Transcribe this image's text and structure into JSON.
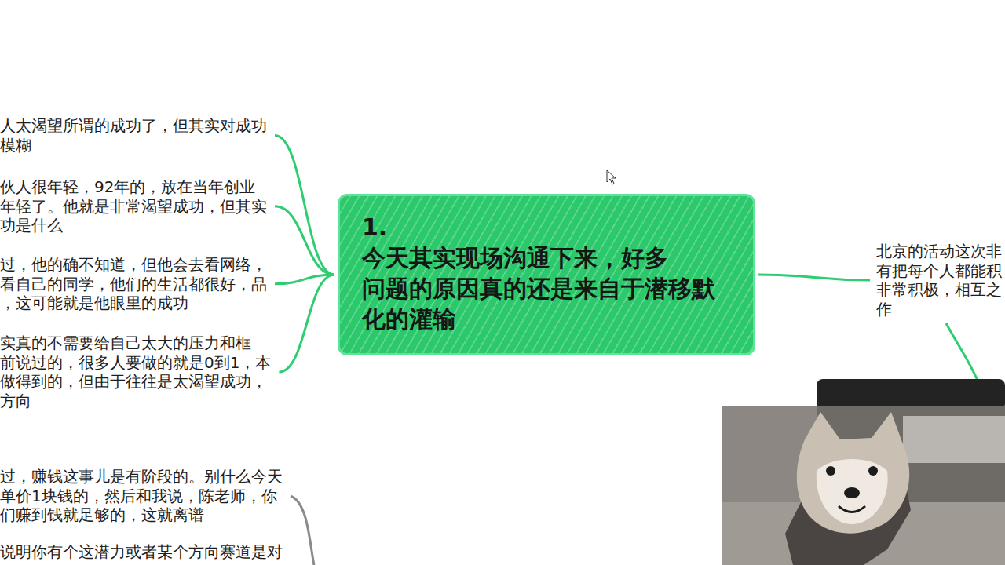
{
  "diagram": {
    "nodes": [
      {
        "text": [
          "1. 今天其实现场沟通下来，好多 问题的原因真的还是来自于潜移默 化的灌输"
        ]
      },
      {
        "text": [
          "人太渴望所谓的成功了，但其实对成功 模糊"
        ]
      },
      {
        "text": [
          "伙人很年轻，92年的，放在当年创业 年轻了。他就是非常渴望成功，但其实 功是什么"
        ]
      },
      {
        "text": [
          "过，他的确不知道，但他会去看网络， 看自己的同学，他们的生活都很好，品 ，这可能就是他眼里的成功"
        ]
      },
      {
        "text": [
          "实真的不需要给自己太大的压力和框 前说过的，很多人要做的就是0到1，本 做得到的，但由于往往是太渴望成功， 方向"
        ]
      },
      {
        "text": [
          "北京的活动这次非 有把每个人都能积 非常积极，相互之 作"
        ]
      },
      {
        "text": [
          "过，赚钱这事儿是有阶段的。别什么今天 单价1块钱的，然后和我说，陈老师，你 们赚到钱就足够的，这就离谱"
        ]
      },
      {
        "text": [
          "说明你有个这潜力或者某个方向赛道是对"
        ]
      }
    ],
    "edges": [
      {
        "from": 0,
        "to": 1,
        "arrow": "none"
      },
      {
        "from": 0,
        "to": 2,
        "arrow": "none"
      },
      {
        "from": 0,
        "to": 3,
        "arrow": "none"
      },
      {
        "from": 0,
        "to": 4,
        "arrow": "none"
      },
      {
        "from": 0,
        "to": 5,
        "arrow": "none"
      }
    ]
  }
}
